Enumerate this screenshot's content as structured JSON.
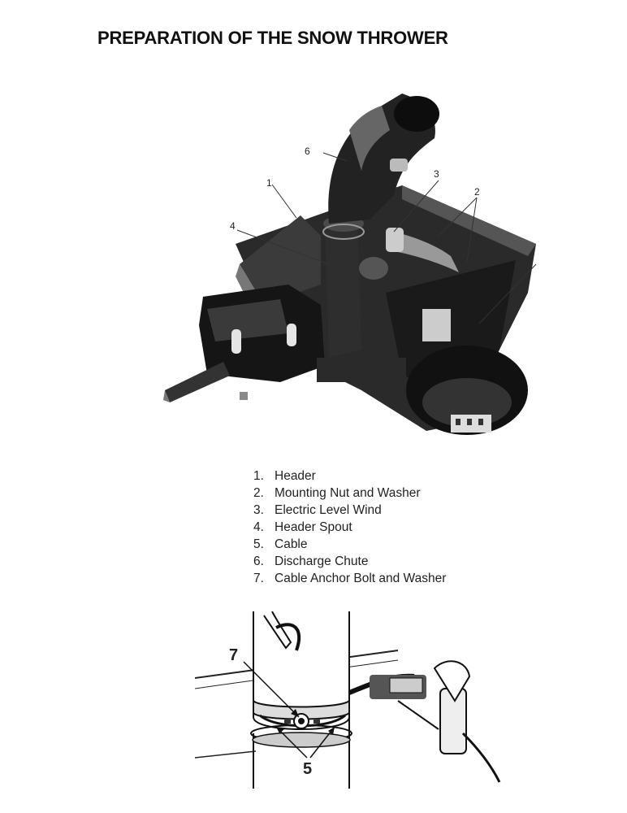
{
  "page": {
    "title": "PREPARATION OF THE SNOW THROWER"
  },
  "figure_top": {
    "callouts": [
      "1",
      "2",
      "3",
      "4",
      "6"
    ]
  },
  "legend": {
    "items": [
      {
        "num": "1.",
        "label": "Header"
      },
      {
        "num": "2.",
        "label": "Mounting Nut and Washer"
      },
      {
        "num": "3.",
        "label": "Electric Level Wind"
      },
      {
        "num": "4.",
        "label": "Header Spout"
      },
      {
        "num": "5.",
        "label": "Cable"
      },
      {
        "num": "6.",
        "label": "Discharge Chute"
      },
      {
        "num": "7.",
        "label": "Cable Anchor Bolt and Washer"
      }
    ]
  },
  "figure_bottom": {
    "callouts": [
      "7",
      "5"
    ]
  }
}
